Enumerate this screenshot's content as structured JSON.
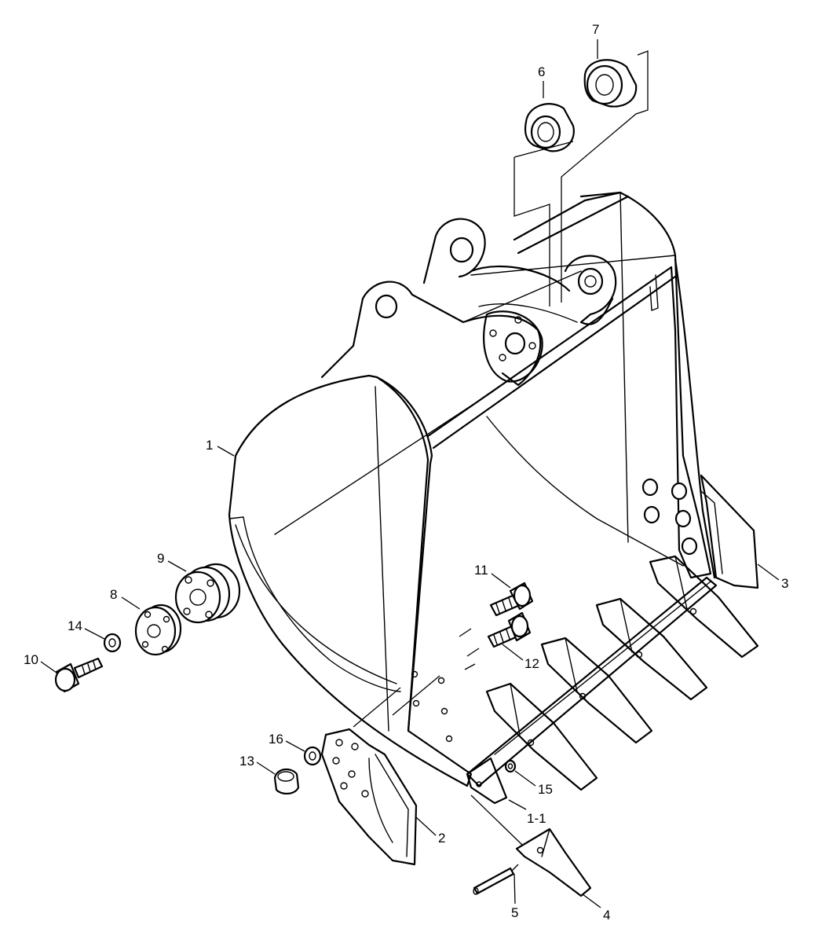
{
  "diagram": {
    "callouts": {
      "c1": "1",
      "c1_1": "1-1",
      "c2": "2",
      "c3": "3",
      "c4": "4",
      "c5": "5",
      "c6": "6",
      "c7": "7",
      "c8": "8",
      "c9": "9",
      "c10": "10",
      "c11": "11",
      "c12": "12",
      "c13": "13",
      "c14": "14",
      "c15": "15",
      "c16": "16"
    }
  }
}
